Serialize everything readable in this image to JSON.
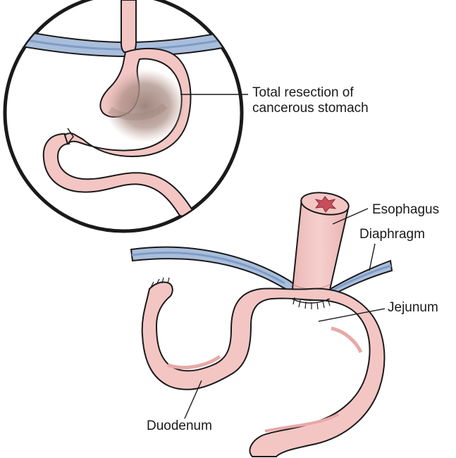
{
  "labels": {
    "resection_line1": "Total resection of",
    "resection_line2": "cancerous stomach",
    "esophagus": "Esophagus",
    "diaphragm": "Diaphragm",
    "jejunum": "Jejunum",
    "duodenum": "Duodenum"
  },
  "colors": {
    "tissue": "#f3c6c4",
    "tissue_stroke": "#1a1a1a",
    "tissue_shade": "#e7a9a7",
    "tumor": "#a99188",
    "diaphragm_fill": "#a9bedb",
    "diaphragm_band": "#7f9cc6",
    "lumen": "#c84e5c"
  }
}
